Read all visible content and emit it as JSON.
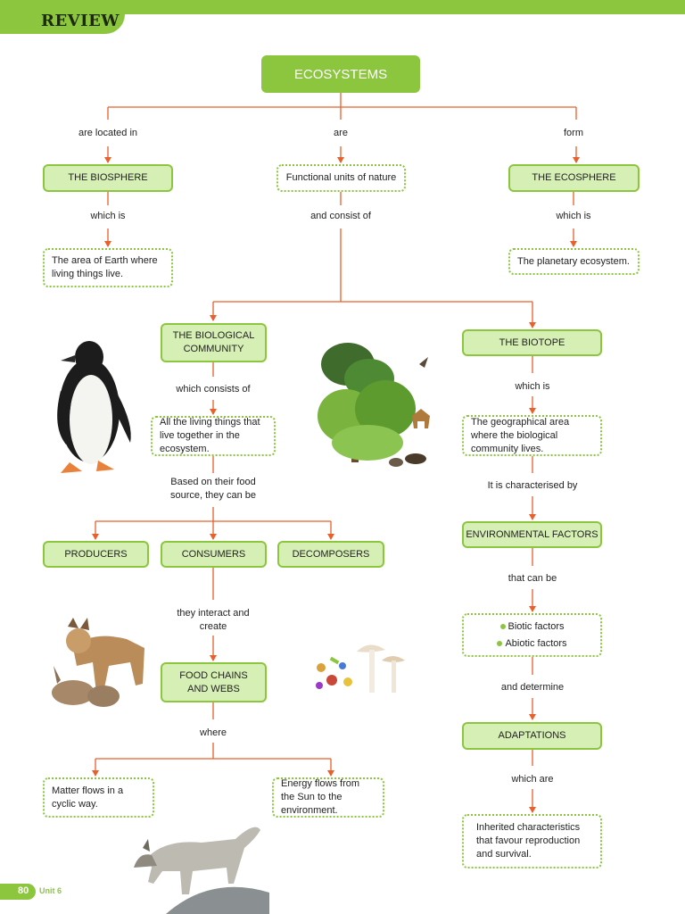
{
  "header": {
    "section_title": "REVIEW"
  },
  "colors": {
    "accent": "#8cc63f",
    "node_fill": "#d6efb5",
    "arrow": "#e8602c"
  },
  "diagram": {
    "root": "ECOSYSTEMS",
    "left_branch": {
      "connector": "are located in",
      "node": "THE BIOSPHERE",
      "connector2": "which is",
      "definition": "The area of Earth where living things live."
    },
    "center_branch": {
      "connector": "are",
      "node": "Functional units of nature",
      "connector2": "and consist of"
    },
    "right_branch": {
      "connector": "form",
      "node": "THE ECOSPHERE",
      "connector2": "which is",
      "definition": "The planetary ecosystem."
    },
    "community": {
      "node": "THE BIOLOGICAL COMMUNITY",
      "connector": "which consists of",
      "definition": "All the living things that live together in the ecosystem.",
      "connector2": "Based on their food source, they can be",
      "types": [
        "PRODUCERS",
        "CONSUMERS",
        "DECOMPOSERS"
      ],
      "connector3": "they interact and create",
      "food_node": "FOOD CHAINS AND WEBS",
      "connector4": "where",
      "matter": "Matter flows in a cyclic way.",
      "energy": "Energy flows from the Sun to the environment."
    },
    "biotope": {
      "node": "THE BIOTOPE",
      "connector": "which is",
      "definition": "The geographical area where the biological community lives.",
      "connector2": "It is characterised by",
      "factors_node": "ENVIRONMENTAL FACTORS",
      "connector3": "that can be",
      "factors": [
        "Biotic factors",
        "Abiotic factors"
      ],
      "connector4": "and determine",
      "adaptations_node": "ADAPTATIONS",
      "connector5": "which are",
      "adaptations_def": "Inherited characteristics that favour reproduction and survival."
    }
  },
  "footer": {
    "page_number": "80",
    "unit": "Unit 6"
  }
}
